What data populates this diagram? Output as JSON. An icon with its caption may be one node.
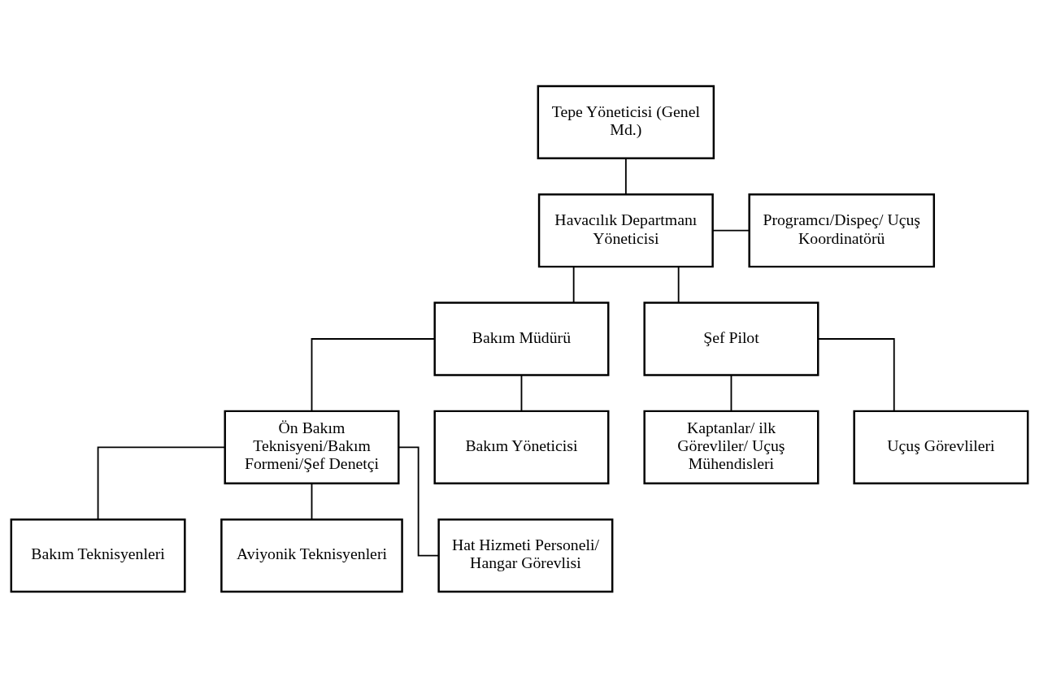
{
  "diagram": {
    "nodes": [
      {
        "text": [
          "Tepe Yöneticisi (Genel Md.)"
        ]
      },
      {
        "text": [
          "Havacılık Departmanı Yöneticisi"
        ]
      },
      {
        "text": [
          "Programcı/Dispeç/ Uçuş Koordinatörü"
        ]
      },
      {
        "text": [
          "Bakım Müdürü"
        ]
      },
      {
        "text": [
          "Şef Pilot"
        ]
      },
      {
        "text": [
          "Ön Bakım Teknisyeni/Bakım Formeni/Şef Denetçi"
        ]
      },
      {
        "text": [
          "Bakım Yöneticisi"
        ]
      },
      {
        "text": [
          "Kaptanlar/ ilk Görevliler/ Uçuş Mühendisleri"
        ]
      },
      {
        "text": [
          "Uçuş Görevlileri"
        ]
      },
      {
        "text": [
          "Bakım Teknisyenleri"
        ]
      },
      {
        "text": [
          "Aviyonik Teknisyenleri"
        ]
      },
      {
        "text": [
          "Hat Hizmeti Personeli/ Hangar Görevlisi"
        ]
      }
    ],
    "edges": [
      {
        "from": 0,
        "to": 1,
        "arrow": "none"
      },
      {
        "from": 1,
        "to": 2,
        "arrow": "none"
      },
      {
        "from": 1,
        "to": 3,
        "arrow": "none"
      },
      {
        "from": 1,
        "to": 4,
        "arrow": "none"
      },
      {
        "from": 3,
        "to": 5,
        "arrow": "none"
      },
      {
        "from": 3,
        "to": 6,
        "arrow": "none"
      },
      {
        "from": 4,
        "to": 7,
        "arrow": "none"
      },
      {
        "from": 4,
        "to": 8,
        "arrow": "none"
      },
      {
        "from": 5,
        "to": 9,
        "arrow": "none"
      },
      {
        "from": 5,
        "to": 10,
        "arrow": "none"
      },
      {
        "from": 5,
        "to": 11,
        "arrow": "none"
      }
    ]
  }
}
